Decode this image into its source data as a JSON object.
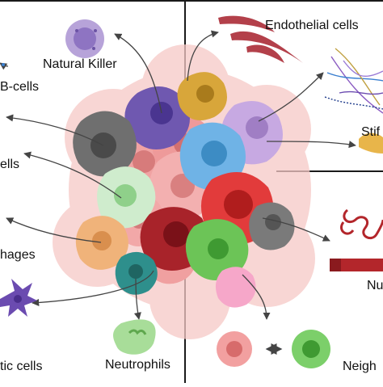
{
  "labels": {
    "natural_killer": "Natural Killer",
    "b_cells": "B-cells",
    "cells_left": "ells",
    "macrophages": "hages",
    "dendritic": "tic cells",
    "neutrophils": "Neutrophils",
    "endothelial": "Endothelial cells",
    "stiffness": "Stif",
    "nutrients": "Nu",
    "neighbors": "Neigh"
  },
  "colors": {
    "border": "#1a1a1a",
    "arrow": "#444444",
    "tumor_halo": "#f6c9c6",
    "natural_killer": "#b7a3d9",
    "endothelial": "#b3404a",
    "neutrophil": "#7ccf6a",
    "dendritic": "#6b4bb0",
    "red_cell": "#e23b3b",
    "gray_cell": "#6f6f6f"
  }
}
